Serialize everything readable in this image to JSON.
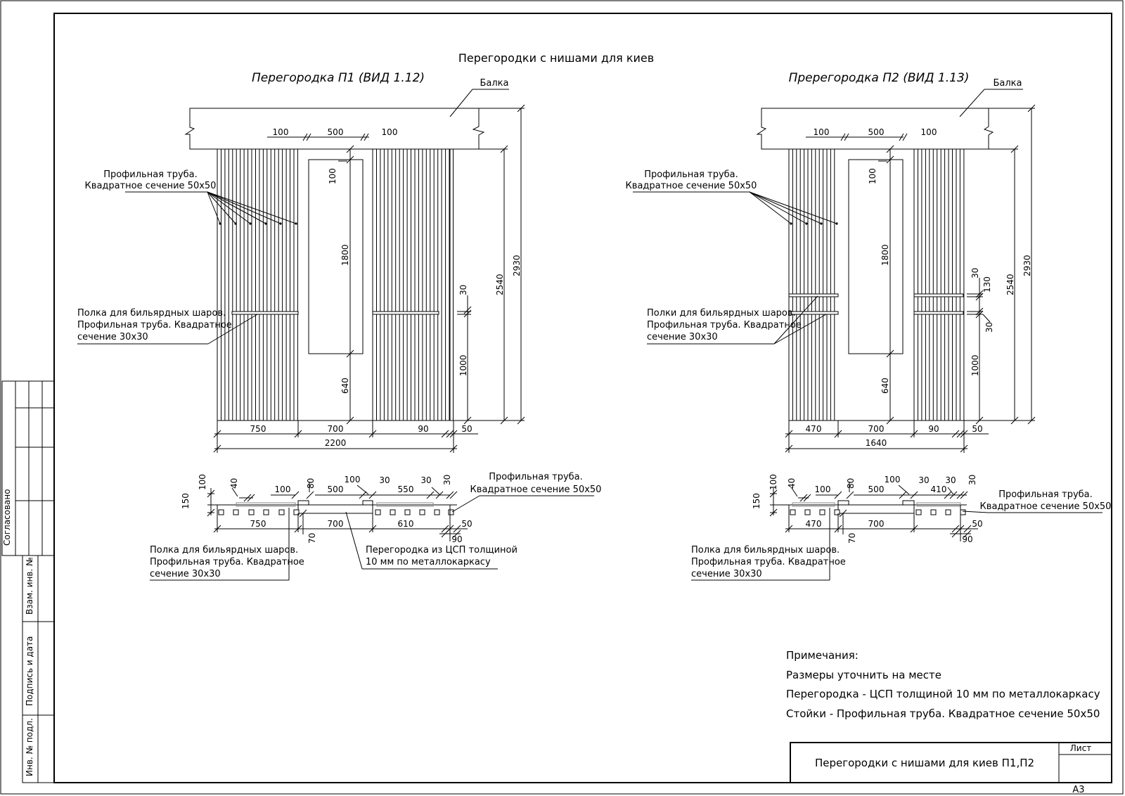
{
  "main_title": "Перегородки с нишами для киев",
  "notes": {
    "heading": "Примечания:",
    "lines": [
      "Размеры уточнить на месте",
      "Перегородка - ЦСП толщиной 10 мм по металлокаркасу",
      "Стойки - Профильная труба. Квадратное сечение 50х50"
    ]
  },
  "title_block": {
    "text": "Перегородки с нишами для киев П1,П2",
    "sheet_label": "Лист",
    "format": "А3"
  },
  "side_stamp": {
    "agreed": "Согласовано",
    "swap_inv": "Взам. инв. №",
    "sign_date": "Подпись и дата",
    "inv_orig": "Инв. № подл."
  },
  "p1": {
    "title": "Перегородка П1 (ВИД 1.12)",
    "beam": "Балка",
    "tube_label": [
      "Профильная труба.",
      "Квадратное сечение 50х50"
    ],
    "shelf_label": [
      "Полка для бильярдных шаров.",
      "Профильная труба. Квадратное",
      "сечение 30х30"
    ],
    "dims": {
      "top_left": "100",
      "top_mid": "500",
      "top_right": "100",
      "niche_top": "100",
      "niche_h": "1800",
      "niche_bottom": "640",
      "shelf_gap": "30",
      "shelf_h": "1000",
      "h_inner": "2540",
      "h_total": "2930",
      "bot_left": "750",
      "bot_mid": "700",
      "bot_right": "90",
      "bot_edge": "50",
      "total_w": "2200"
    },
    "plan": {
      "dims": {
        "h150": "150",
        "h100": "100",
        "w40": "40",
        "w100a": "100",
        "w80": "80",
        "w500": "500",
        "w100b": "100",
        "w30a": "30",
        "w550": "550",
        "w30b": "30",
        "w30c": "30",
        "w750": "750",
        "w700": "700",
        "w610": "610",
        "w50": "50",
        "w90": "90",
        "w70": "70"
      },
      "tube_label": [
        "Профильная труба.",
        "Квадратное сечение 50х50"
      ],
      "shelf_label": [
        "Полка для бильярдных шаров.",
        "Профильная труба. Квадратное",
        "сечение 30х30"
      ],
      "panel_label": [
        "Перегородка из ЦСП толщиной",
        "10 мм по металлокаркасу"
      ]
    }
  },
  "p2": {
    "title": "Пререгородка П2 (ВИД 1.13)",
    "beam": "Балка",
    "tube_label": [
      "Профильная труба.",
      "Квадратное сечение 50х50"
    ],
    "shelf_label": [
      "Полки для бильярдных шаров.",
      "Профильная труба. Квадратное",
      "сечение 30х30"
    ],
    "dims": {
      "top_left": "100",
      "top_mid": "500",
      "top_right": "100",
      "niche_top": "100",
      "niche_h": "1800",
      "niche_bottom": "640",
      "shelf_a": "30",
      "shelf_gap": "130",
      "shelf_b": "30",
      "shelf_h": "1000",
      "h_inner": "2540",
      "h_total": "2930",
      "bot_left": "470",
      "bot_mid": "700",
      "bot_right": "90",
      "bot_edge": "50",
      "total_w": "1640"
    },
    "plan": {
      "dims": {
        "h150": "150",
        "h100": "100",
        "w40": "40",
        "w100a": "100",
        "w80": "80",
        "w500": "500",
        "w100b": "100",
        "w30a": "30",
        "w410": "410",
        "w30b": "30",
        "w30c": "30",
        "w470": "470",
        "w700": "700",
        "w50": "50",
        "w90": "90",
        "w70": "70"
      },
      "tube_label": [
        "Профильная труба.",
        "Квадратное сечение 50х50"
      ],
      "shelf_label": [
        "Полка для бильярдных шаров.",
        "Профильная труба. Квадратное",
        "сечение 30х30"
      ]
    }
  }
}
